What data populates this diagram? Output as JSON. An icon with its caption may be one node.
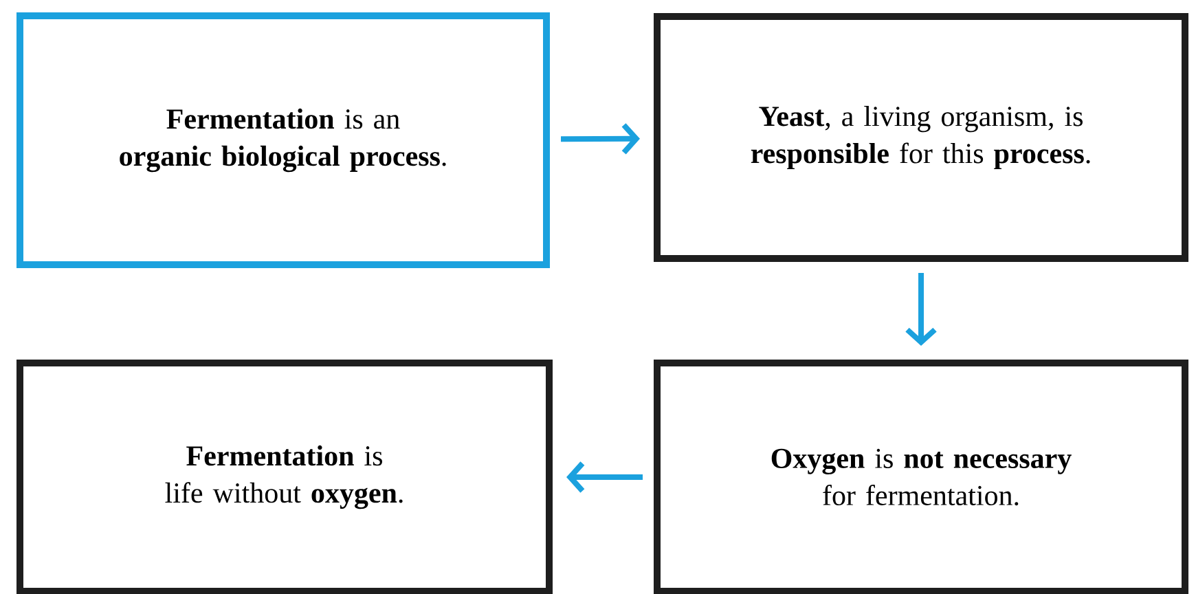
{
  "diagram": {
    "nodes": [
      {
        "text": [
          "**Fermentation** is an **organic biological process**."
        ]
      },
      {
        "text": [
          "**Yeast**, a living organism, is **responsible** for this **process**."
        ]
      },
      {
        "text": [
          "**Oxygen** is **not necessary** for fermentation."
        ]
      },
      {
        "text": [
          "**Fermentation** is life without **oxygen**."
        ]
      }
    ],
    "edges": [
      {
        "from": 0,
        "to": 1,
        "arrow": "to"
      },
      {
        "from": 1,
        "to": 2,
        "arrow": "to"
      },
      {
        "from": 2,
        "to": 3,
        "arrow": "to"
      }
    ]
  }
}
